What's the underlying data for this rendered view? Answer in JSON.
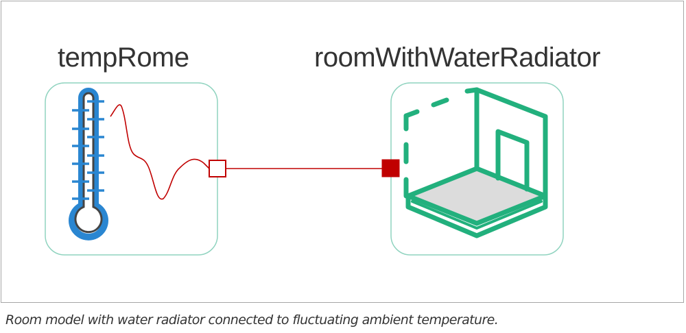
{
  "diagram": {
    "blocks": [
      {
        "id": "tempRome",
        "label": "tempRome",
        "icon": "thermometer-with-fluctuating-signal-icon",
        "port": "output-port"
      },
      {
        "id": "roomWithWaterRadiator",
        "label": "roomWithWaterRadiator",
        "icon": "room-isometric-icon",
        "port": "input-port"
      }
    ],
    "connection": {
      "from": "tempRome",
      "to": "roomWithWaterRadiator"
    },
    "colors": {
      "block_border": "#8fd3bf",
      "thermometer_blue": "#2a86d1",
      "thermometer_dark": "#444444",
      "signal_red": "#c00000",
      "room_green": "#22b07d",
      "floor_gray": "#dcdcdc",
      "frame_border": "#a6a6a6"
    }
  },
  "caption": "Room model with water radiator connected to fluctuating ambient temperature."
}
